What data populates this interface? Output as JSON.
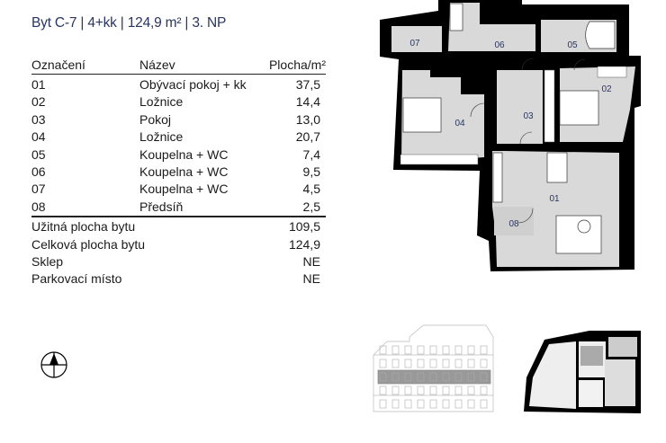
{
  "title": "Byt C-7 | 4+kk | 124,9 m² | 3. NP",
  "table": {
    "headers": {
      "code": "Označení",
      "name": "Název",
      "area": "Plocha/m²"
    },
    "rooms": [
      {
        "code": "01",
        "name": "Obývací pokoj + kk",
        "area": "37,5"
      },
      {
        "code": "02",
        "name": "Ložnice",
        "area": "14,4"
      },
      {
        "code": "03",
        "name": "Pokoj",
        "area": "13,0"
      },
      {
        "code": "04",
        "name": "Ložnice",
        "area": "20,7"
      },
      {
        "code": "05",
        "name": "Koupelna + WC",
        "area": "7,4"
      },
      {
        "code": "06",
        "name": "Koupelna + WC",
        "area": "9,5"
      },
      {
        "code": "07",
        "name": "Koupelna + WC",
        "area": "4,5"
      },
      {
        "code": "08",
        "name": "Předsíň",
        "area": "2,5"
      }
    ],
    "summary": [
      {
        "label": "Užitná plocha bytu",
        "value": "109,5"
      },
      {
        "label": "Celková plocha bytu",
        "value": "124,9"
      },
      {
        "label": "Sklep",
        "value": "NE"
      },
      {
        "label": "Parkovací místo",
        "value": "NE"
      }
    ]
  },
  "plan": {
    "room_labels": [
      "01",
      "02",
      "03",
      "04",
      "05",
      "06",
      "07",
      "08"
    ],
    "wall_color": "#000000",
    "room_color": "#d9d9d9",
    "label_color": "#2a3560"
  },
  "icons": {
    "compass": "north-arrow-compass-icon"
  }
}
